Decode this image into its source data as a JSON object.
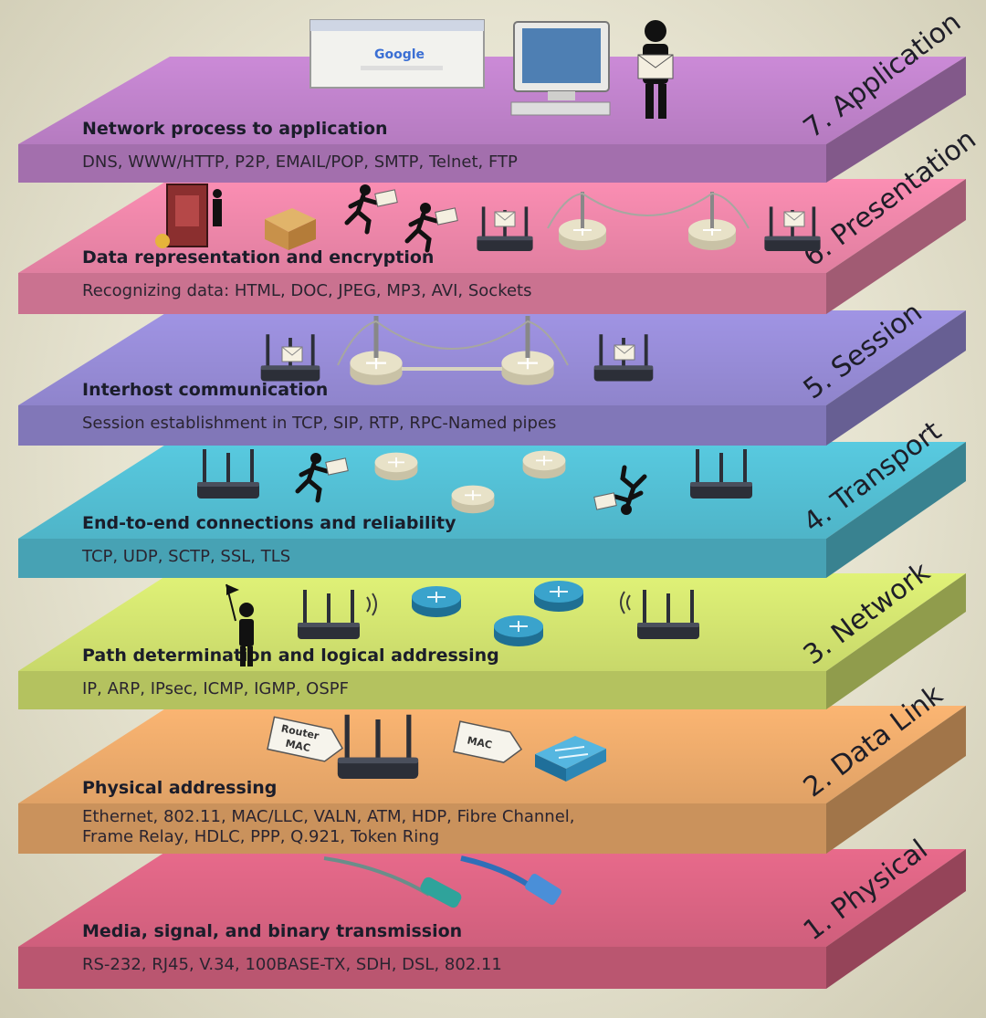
{
  "layers": [
    {
      "name": "7. Application",
      "description": "Network process to application",
      "protocols": [
        "DNS, WWW/HTTP, P2P, EMAIL/POP, SMTP, Telnet, FTP"
      ],
      "color": "#b57bc0"
    },
    {
      "name": "6. Presentation",
      "description": "Data representation and encryption",
      "protocols": [
        "Recognizing data: HTML, DOC, JPEG, MP3, AVI, Sockets"
      ],
      "color": "#e07fa0"
    },
    {
      "name": "5. Session",
      "description": "Interhost communication",
      "protocols": [
        "Session establishment in TCP, SIP, RTP, RPC-Named pipes"
      ],
      "color": "#8f84cc"
    },
    {
      "name": "4. Transport",
      "description": "End-to-end connections and reliability",
      "protocols": [
        "TCP, UDP, SCTP, SSL, TLS"
      ],
      "color": "#4fb4c8"
    },
    {
      "name": "3. Network",
      "description": "Path determination and logical addressing",
      "protocols": [
        "IP, ARP, IPsec, ICMP, IGMP, OSPF"
      ],
      "color": "#c8d86a"
    },
    {
      "name": "2. Data Link",
      "description": "Physical addressing",
      "protocols": [
        "Ethernet, 802.11, MAC/LLC, VALN, ATM, HDP, Fibre Channel,",
        "Frame Relay, HDLC,  PPP, Q.921, Token Ring"
      ],
      "color": "#e0a266"
    },
    {
      "name": "1. Physical",
      "description": "Media, signal, and binary transmission",
      "protocols": [
        "RS-232, RJ45, V.34, 100BASE-TX, SDH, DSL, 802.11"
      ],
      "color": "#cf5f7c"
    }
  ],
  "icons": {
    "browser_logo": "Google",
    "router_mac_tag": [
      "Router",
      "MAC"
    ],
    "mac_tag": "MAC"
  }
}
